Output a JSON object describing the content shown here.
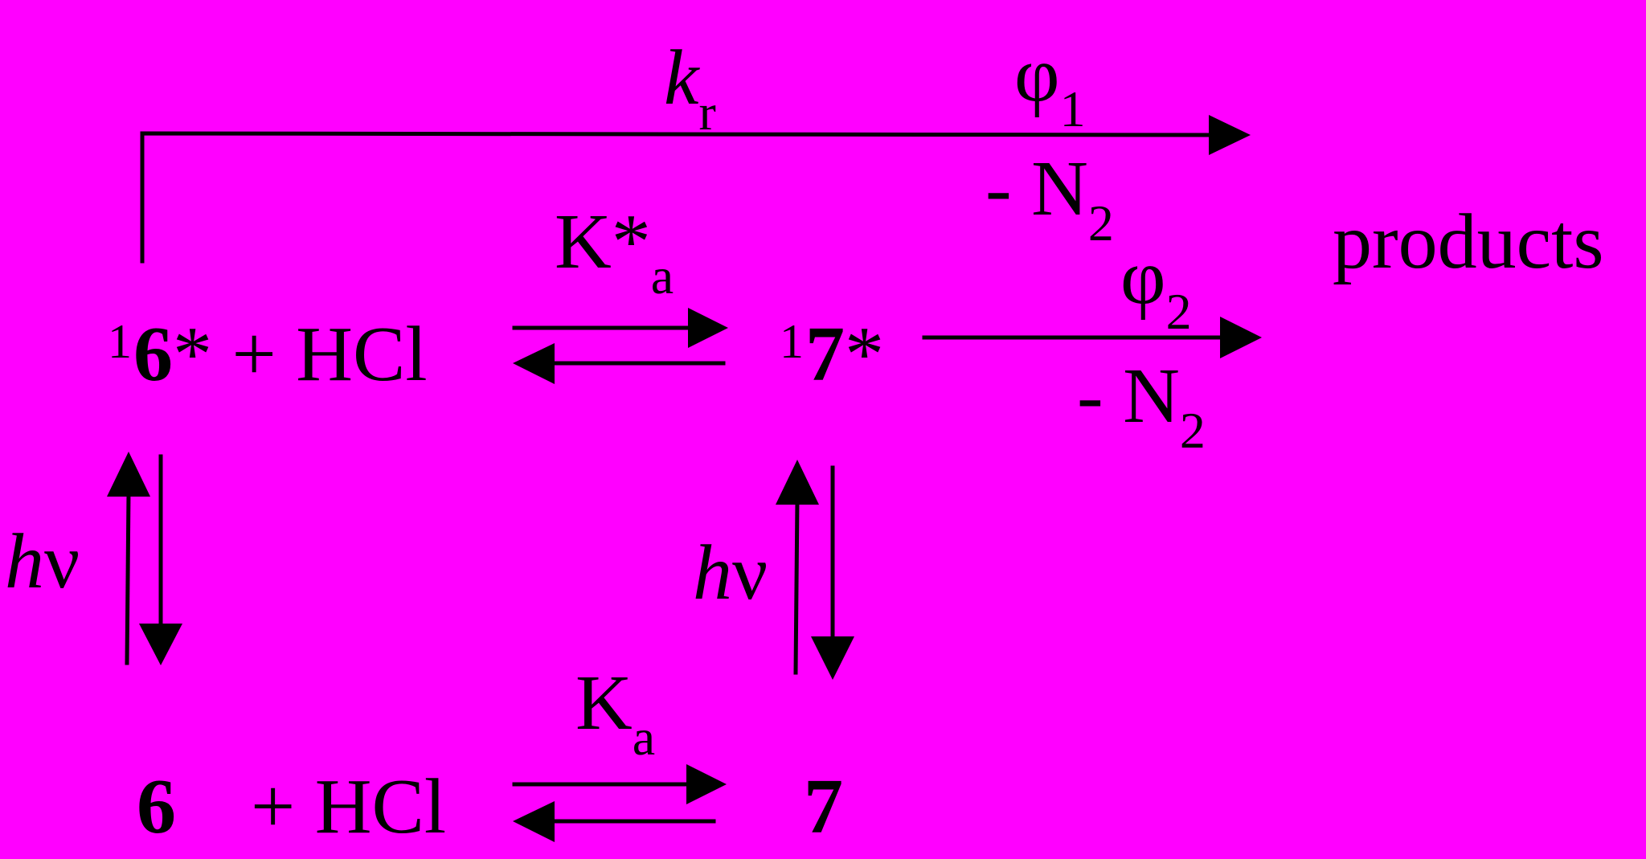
{
  "scheme": {
    "rate_constant": {
      "symbol": "k",
      "subscript": "r"
    },
    "yield_1": {
      "symbol": "φ",
      "subscript": "1"
    },
    "yield_2": {
      "symbol": "φ",
      "subscript": "2"
    },
    "loss_1": {
      "text": "- N",
      "subscript": "2"
    },
    "loss_2": {
      "text": "- N",
      "subscript": "2"
    },
    "products": "products",
    "excited_equilibrium": {
      "symbol": "K*",
      "subscript": "a"
    },
    "ground_equilibrium": {
      "symbol": "K",
      "subscript": "a"
    },
    "excited_reactant": {
      "multiplicity": "1",
      "compound": "6",
      "star": "*",
      "reagent": "+ HCl"
    },
    "excited_product": {
      "multiplicity": "1",
      "compound": "7",
      "star": "*"
    },
    "ground_reactant": {
      "compound": "6",
      "reagent": "+ HCl"
    },
    "ground_product": {
      "compound": "7"
    },
    "photon_left": {
      "h": "h",
      "nu": "ν"
    },
    "photon_right": {
      "h": "h",
      "nu": "ν"
    }
  }
}
